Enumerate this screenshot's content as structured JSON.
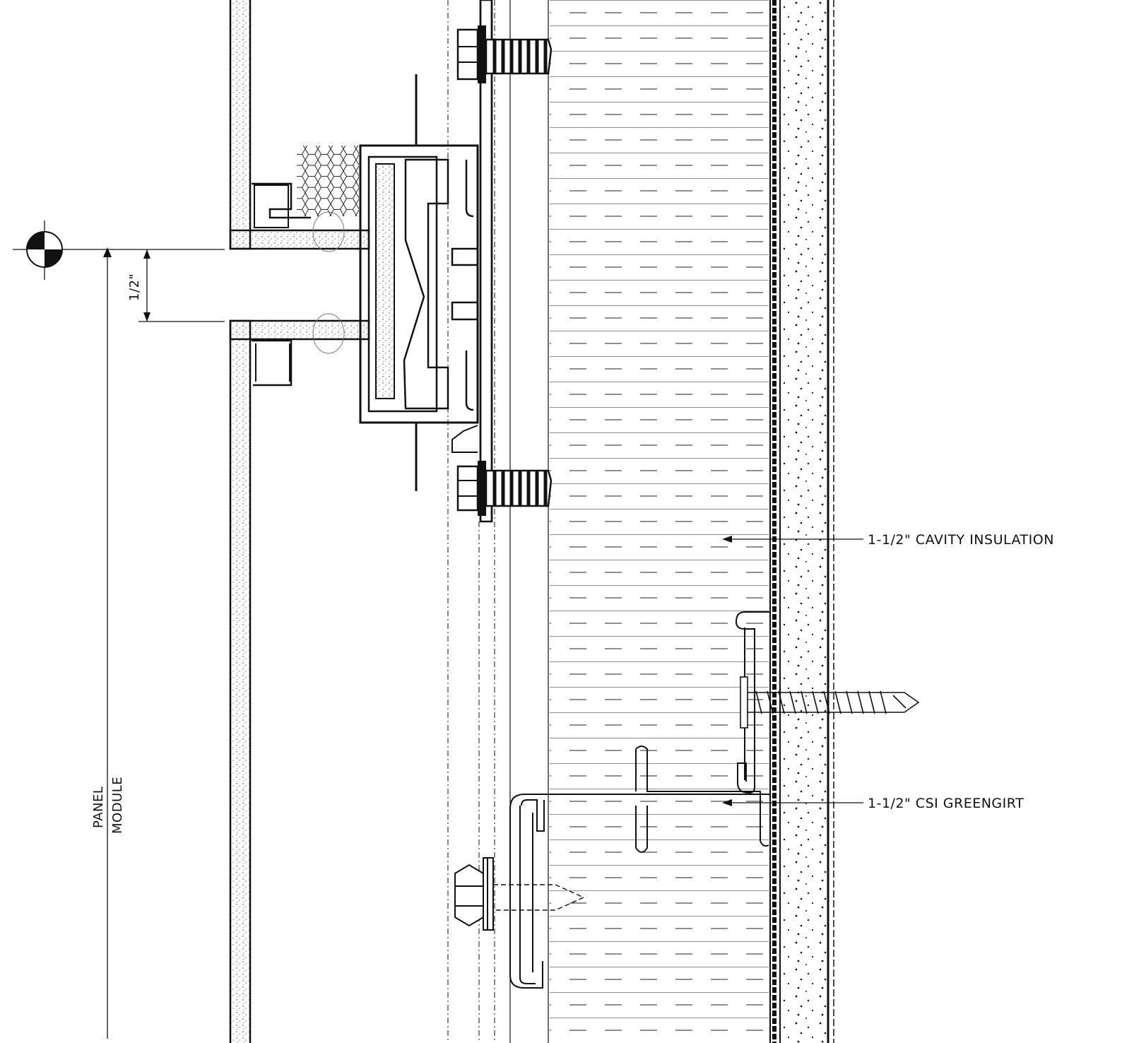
{
  "dimension": {
    "gap": "1/2\""
  },
  "panel_module": {
    "line1": "PANEL",
    "line2": "MODULE"
  },
  "callouts": {
    "insulation": "1-1/2\" CAVITY INSULATION",
    "girt": "1-1/2\" CSI GREENGIRT"
  },
  "colors": {
    "ink": "#111111",
    "paper": "#ffffff"
  },
  "icons": [
    "section-marker-icon",
    "fastener-screw-icon",
    "self-drilling-screw-icon",
    "hex-bolt-icon"
  ]
}
